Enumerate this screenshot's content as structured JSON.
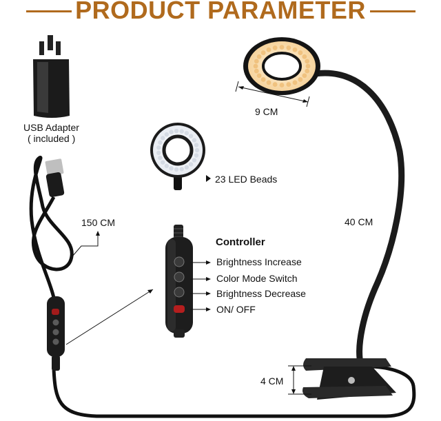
{
  "header": {
    "title": "PRODUCT PARAMETER"
  },
  "adapter": {
    "label_line1": "USB Adapter",
    "label_line2": "( included )"
  },
  "ring": {
    "diameter_label": "9 CM"
  },
  "beads": {
    "label": "23 LED Beads"
  },
  "cable": {
    "length_label": "150 CM"
  },
  "neck": {
    "length_label": "40 CM"
  },
  "clip": {
    "width_label": "4 CM"
  },
  "controller": {
    "title": "Controller",
    "items": [
      "Brightness Increase",
      "Color Mode Switch",
      "Brightness Decrease",
      "ON/ OFF"
    ]
  },
  "colors": {
    "accent": "#b06a1d",
    "ink": "#111111",
    "warm_light": "#fbe3b8"
  }
}
